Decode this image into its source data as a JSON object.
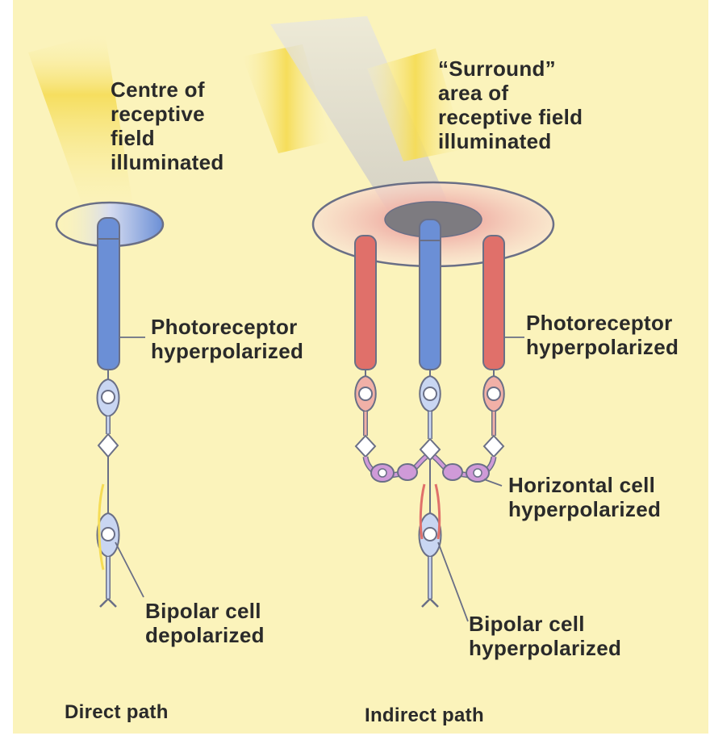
{
  "labels": {
    "centre": [
      "Centre of",
      "receptive",
      "field",
      "illuminated"
    ],
    "surround": [
      "“Surround”",
      "area of",
      "receptive field",
      "illuminated"
    ],
    "photo_left": [
      "Photoreceptor",
      "hyperpolarized"
    ],
    "photo_right": [
      "Photoreceptor",
      "hyperpolarized"
    ],
    "horizontal": [
      "Horizontal cell",
      "hyperpolarized"
    ],
    "bipolar_left": [
      "Bipolar cell",
      "depolarized"
    ],
    "bipolar_right": [
      "Bipolar cell",
      "hyperpolarized"
    ],
    "direct_path": "Direct path",
    "indirect_path": "Indirect path"
  },
  "colors": {
    "background": "#fbf3bb",
    "depolarized": "#6b8fd6",
    "hyperpolarized": "#e0706a",
    "horizontal_cell": "#cf9ad8",
    "light": "#f2d23a",
    "outline": "#6a6f86"
  }
}
